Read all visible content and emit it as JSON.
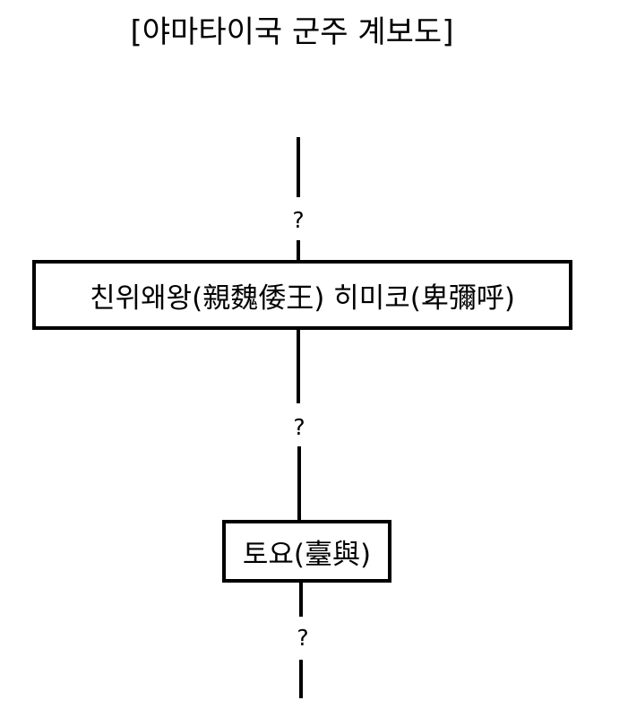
{
  "title": "[야마타이국 군주 계보도]",
  "connectors": [
    "?",
    "?",
    "?"
  ],
  "rulers": [
    {
      "name": "친위왜왕(親魏倭王) 히미코(卑彌呼)"
    },
    {
      "name": "토요(臺與)"
    }
  ]
}
